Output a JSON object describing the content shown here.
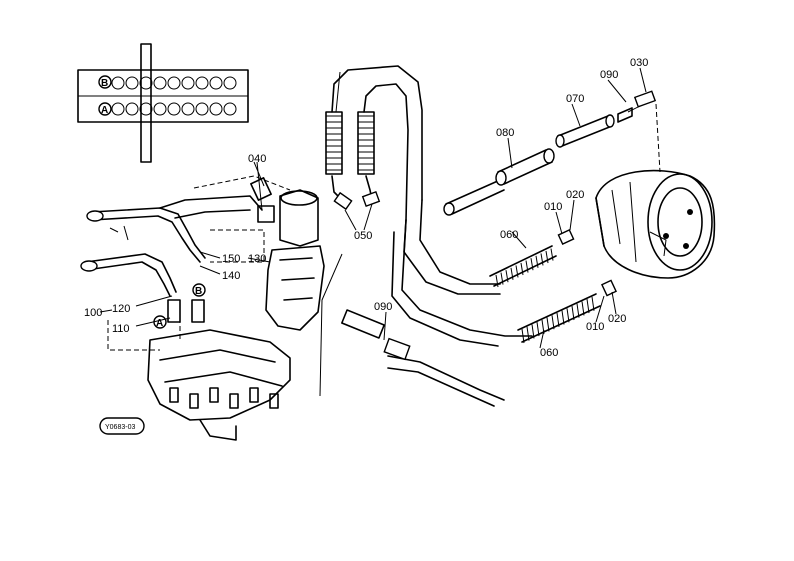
{
  "callouts": {
    "c010a": "010",
    "c010b": "010",
    "c020a": "020",
    "c020b": "020",
    "c030": "030",
    "c040": "040",
    "c050": "050",
    "c060a": "060",
    "c060b": "060",
    "c070": "070",
    "c080": "080",
    "c090a": "090",
    "c090b": "090",
    "c100": "100",
    "c110": "110",
    "c120": "120",
    "c130": "130",
    "c140": "140",
    "c150": "150"
  },
  "port_labels": {
    "A": "A",
    "B": "B"
  },
  "drawing_ref": "Y0683-03"
}
